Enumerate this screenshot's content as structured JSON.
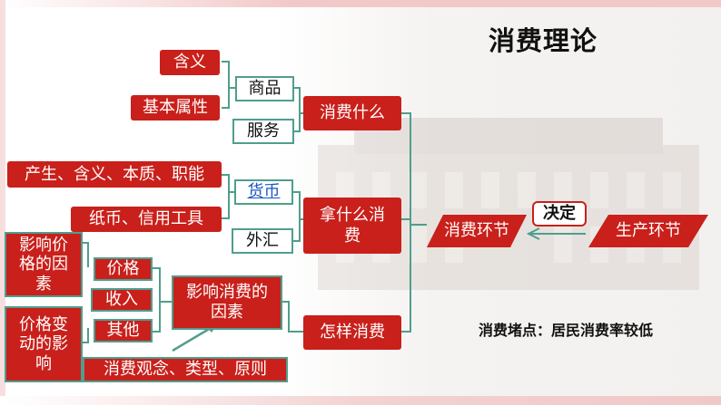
{
  "title": "消费理论",
  "nodes": {
    "hanyi": "含义",
    "jiben_shuxing": "基本属性",
    "shangpin": "商品",
    "fuwu": "服务",
    "xiaofei_shenme": "消费什么",
    "chansheng": "产生、含义、本质、职能",
    "huobi": "货币",
    "zhibi": "纸币、信用工具",
    "waihui": "外汇",
    "na_shenme_xiaofei": "拿什么消费",
    "yingxiang_jiage": "影响价格的因素",
    "jiage": "价格",
    "shouru": "收入",
    "qita": "其他",
    "yingxiang_xiaofei": "影响消费的因素",
    "jiage_biandong": "价格变动的影响",
    "xiaofei_guannian": "消费观念、类型、原则",
    "zenyang_xiaofei": "怎样消费",
    "xiaofei_huanjie": "消费环节",
    "jueding": "决定",
    "shengchan_huanjie": "生产环节"
  },
  "note": "消费堵点：居民消费率较低",
  "colors": {
    "accent_red": "#c9201b",
    "line_teal": "#4f9e8d"
  }
}
